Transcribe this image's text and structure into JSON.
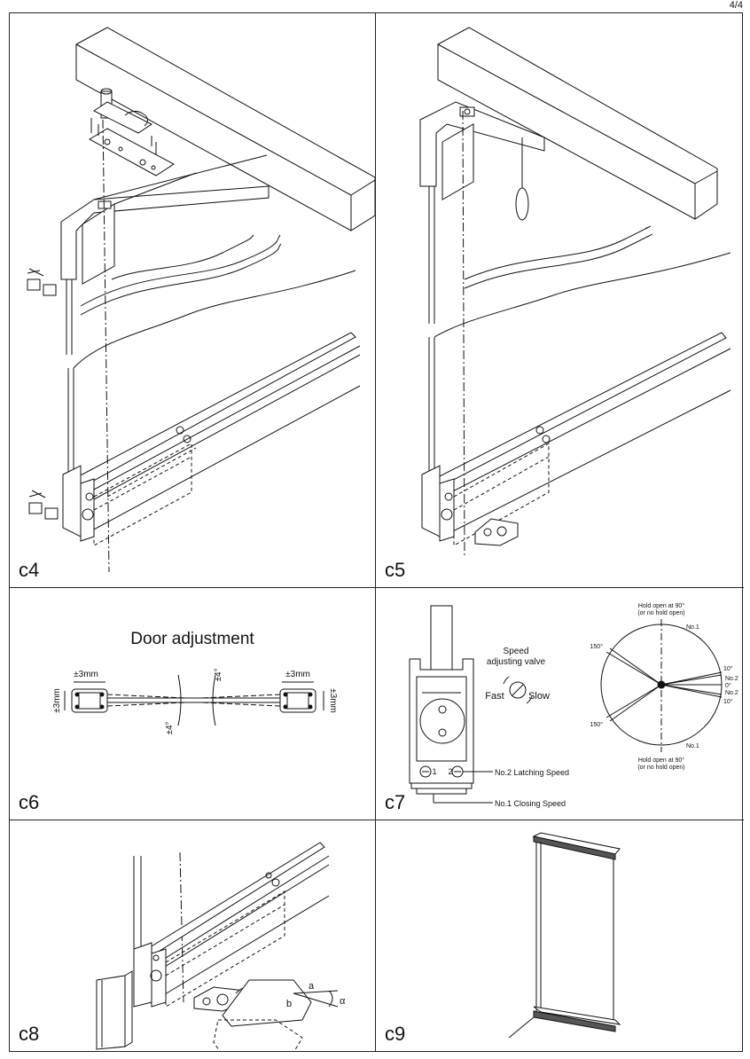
{
  "page_number": "4/4",
  "panels": {
    "c4": {
      "label": "c4"
    },
    "c5": {
      "label": "c5"
    },
    "c6": {
      "label": "c6",
      "title": "Door adjustment",
      "adj_horizontal": "±3mm",
      "adj_vertical": "±3mm",
      "adj_angle": "±4°"
    },
    "c7": {
      "label": "c7",
      "speed_valve_line1": "Speed",
      "speed_valve_line2": "adjusting valve",
      "fast": "Fast",
      "slow": "Slow",
      "no2_latching": "No.2 Latching Speed",
      "no1_closing": "No.1 Closing Speed",
      "valve1": "1",
      "valve2": "2",
      "hold_top_1": "Hold open at 90°",
      "hold_top_2": "(or no hold open)",
      "hold_bottom_1": "Hold open at 90°",
      "hold_bottom_2": "(or no hold open)",
      "no1": "No.1",
      "no2": "No.2",
      "deg150": "150°",
      "deg10": "10°",
      "deg0": "0°"
    },
    "c8": {
      "label": "c8",
      "dim_a": "a",
      "dim_b": "b"
    },
    "c9": {
      "label": "c9"
    }
  }
}
